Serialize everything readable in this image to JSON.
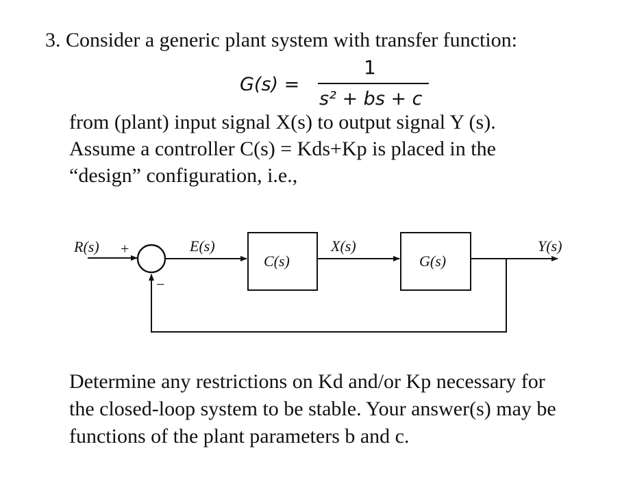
{
  "problem": {
    "number": "3.",
    "intro": "Consider a generic plant system with transfer function:",
    "equation": {
      "lhs": "G(s) =",
      "numerator": "1",
      "denominator": "s² + bs + c"
    },
    "line1": "from (plant) input signal X(s) to output signal Y (s).",
    "line2": "Assume a controller C(s) = Kds+Kp is placed in the",
    "line3": "“design” configuration, i.e.,",
    "question1": "Determine any restrictions on Kd and/or Kp necessary for",
    "question2": "the closed-loop system to be stable. Your answer(s) may be",
    "question3": "functions of the plant parameters b and c."
  },
  "diagram": {
    "input_label": "R(s)",
    "plus_sign": "+",
    "minus_sign": "−",
    "error_label": "E(s)",
    "controller_label": "C(s)",
    "plant_input_label": "X(s)",
    "plant_label": "G(s)",
    "output_label": "Y(s)"
  }
}
